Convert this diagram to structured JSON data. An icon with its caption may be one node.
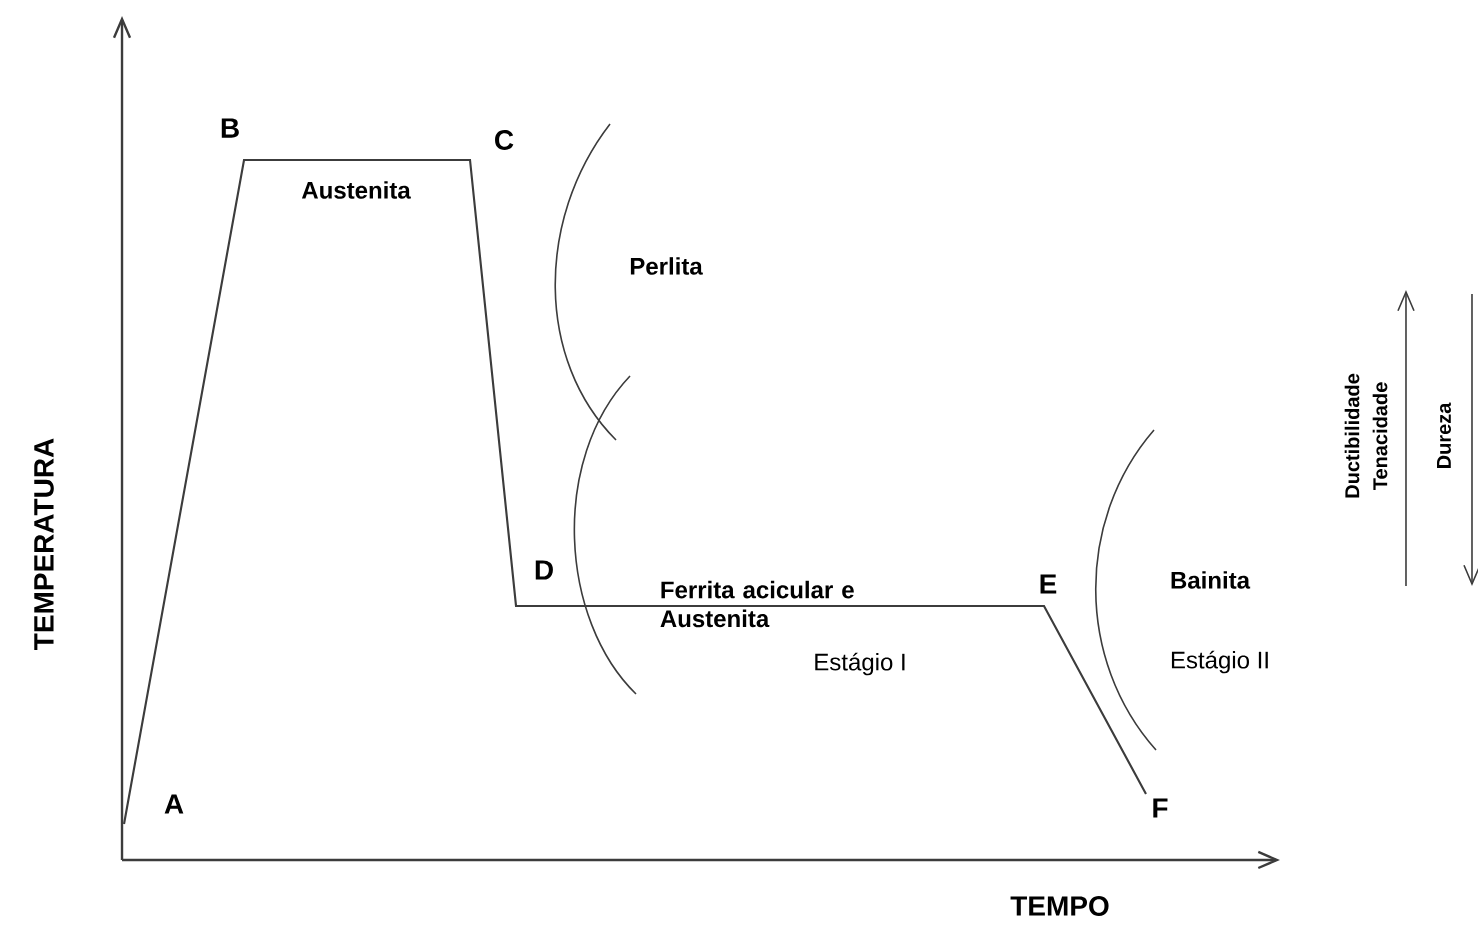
{
  "diagram": {
    "labels": [
      "B",
      "C",
      "Austenita",
      "Perlita",
      "TEMPERATURA",
      "Ductibilidade",
      "Tenacidade",
      "Dureza",
      "D",
      "Ferrita acicular e Austenita",
      "E",
      "Bainita",
      "Estágio I",
      "Estágio II",
      "A",
      "F",
      "TEMPO"
    ]
  }
}
